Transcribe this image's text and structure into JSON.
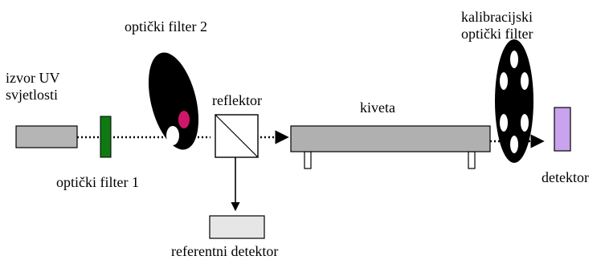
{
  "labels": {
    "source": "izvor UV\nsvjetlosti",
    "filter1": "optički filter 1",
    "filter2": "optički filter 2",
    "reflector": "reflektor",
    "reference_detector": "referentni detektor",
    "cuvette": "kiveta",
    "calibration_filter": "kalibracijski\noptički filter",
    "detector": "detektor"
  },
  "colors": {
    "source": "#b5b5b5",
    "filter1": "#0f7a12",
    "filter2_disc": "#000000",
    "filter2_spot": "#d0166a",
    "cuvette": "#b0b0b0",
    "reference_detector": "#e6e6e6",
    "detector": "#c9a3ee"
  }
}
